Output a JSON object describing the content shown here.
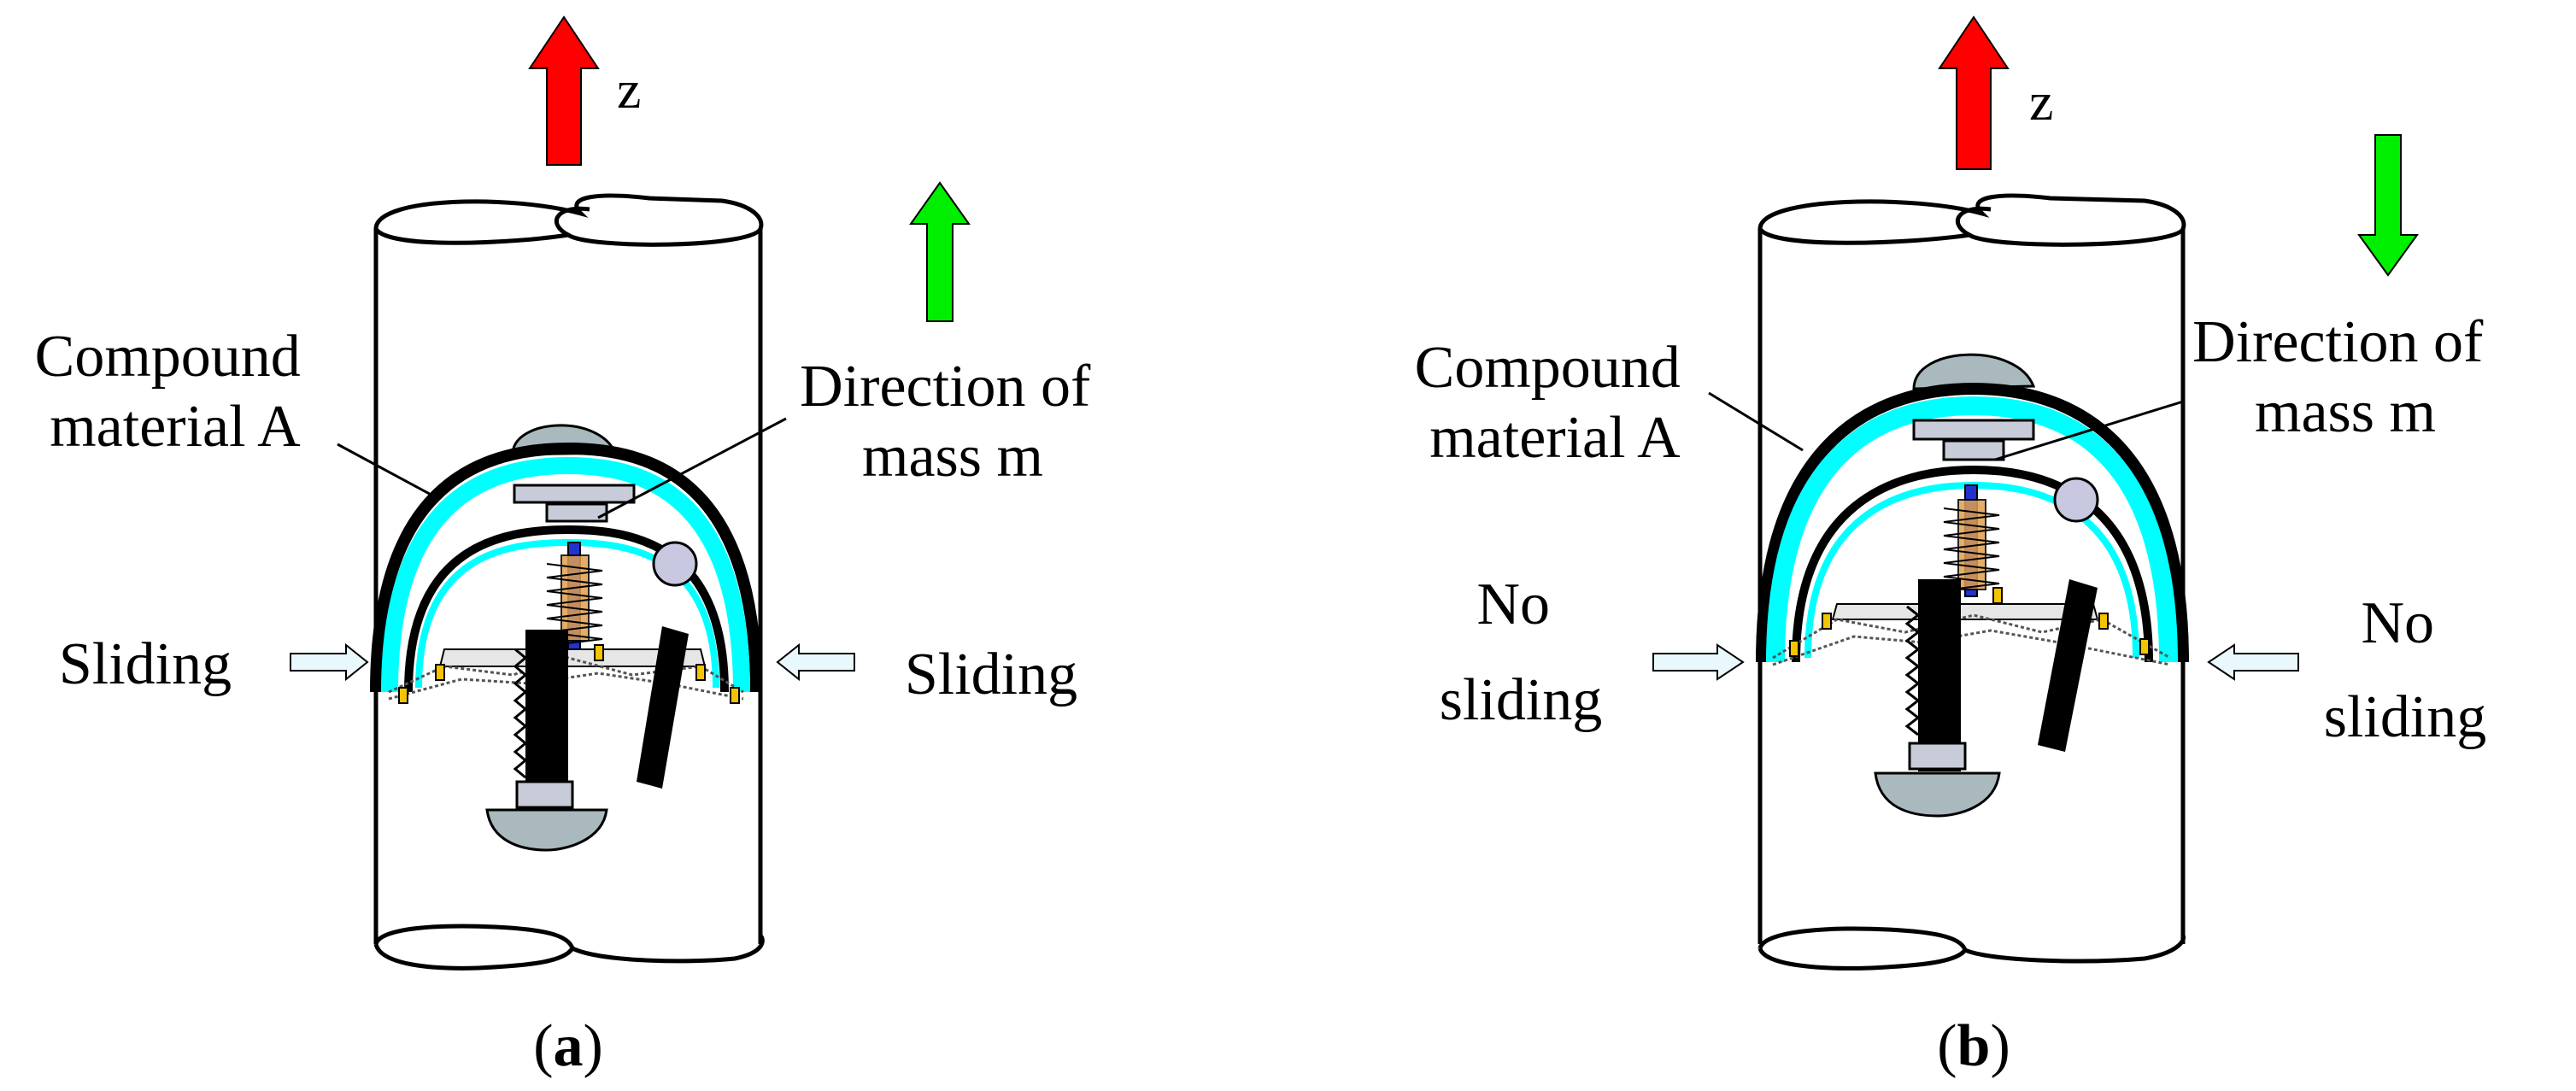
{
  "panels": [
    {
      "id": "a",
      "caption_paren_open": "(",
      "caption_letter": "a",
      "caption_paren_close": ")",
      "axis_label": "z",
      "mass_arrow_direction": "up",
      "compound_label_line1": "Compound",
      "compound_label_line2": "material A",
      "direction_label_line1": "Direction of",
      "direction_label_line2": "mass m",
      "left_label_line1": "Sliding",
      "left_label_line2": "",
      "right_label_line1": "Sliding",
      "right_label_line2": ""
    },
    {
      "id": "b",
      "caption_paren_open": "(",
      "caption_letter": "b",
      "caption_paren_close": ")",
      "axis_label": "z",
      "mass_arrow_direction": "down",
      "compound_label_line1": "Compound",
      "compound_label_line2": "material A",
      "direction_label_line1": "Direction of",
      "direction_label_line2": "mass m",
      "left_label_line1": "No",
      "left_label_line2": "sliding",
      "right_label_line1": "No",
      "right_label_line2": "sliding"
    }
  ],
  "colors": {
    "z_arrow": "#ff0000",
    "mass_arrow": "#00ee00",
    "compound_layer": "#00ffff",
    "outer_shell": "#000000",
    "cap": "#a9b9bd",
    "plate": "#c8ccd8",
    "spring_rod": "#2233cc",
    "spring_coil": "#e0a050",
    "tab": "#f5c400",
    "pointer_arrow": "#e8f8fc"
  }
}
